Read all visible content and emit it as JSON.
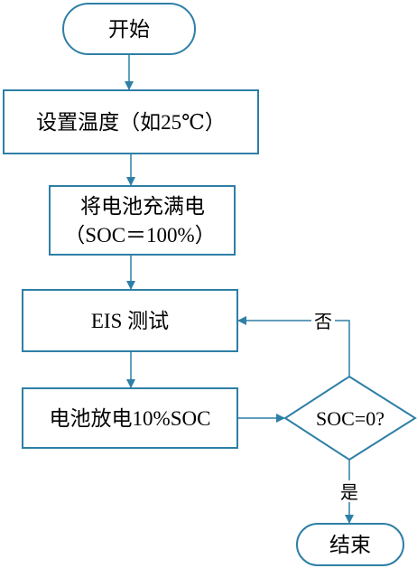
{
  "colors": {
    "stroke": "#2E7FA6",
    "text": "#000000",
    "background": "#FFFFFF"
  },
  "flowchart": {
    "start": "开始",
    "set_temp": "设置温度（如25℃）",
    "charge_line1": "将电池充满电",
    "charge_line2": "（SOC＝100%）",
    "eis_test": "EIS 测试",
    "discharge": "电池放电10%SOC",
    "decision": "SOC=0?",
    "no_label": "否",
    "yes_label": "是",
    "end": "结束"
  }
}
